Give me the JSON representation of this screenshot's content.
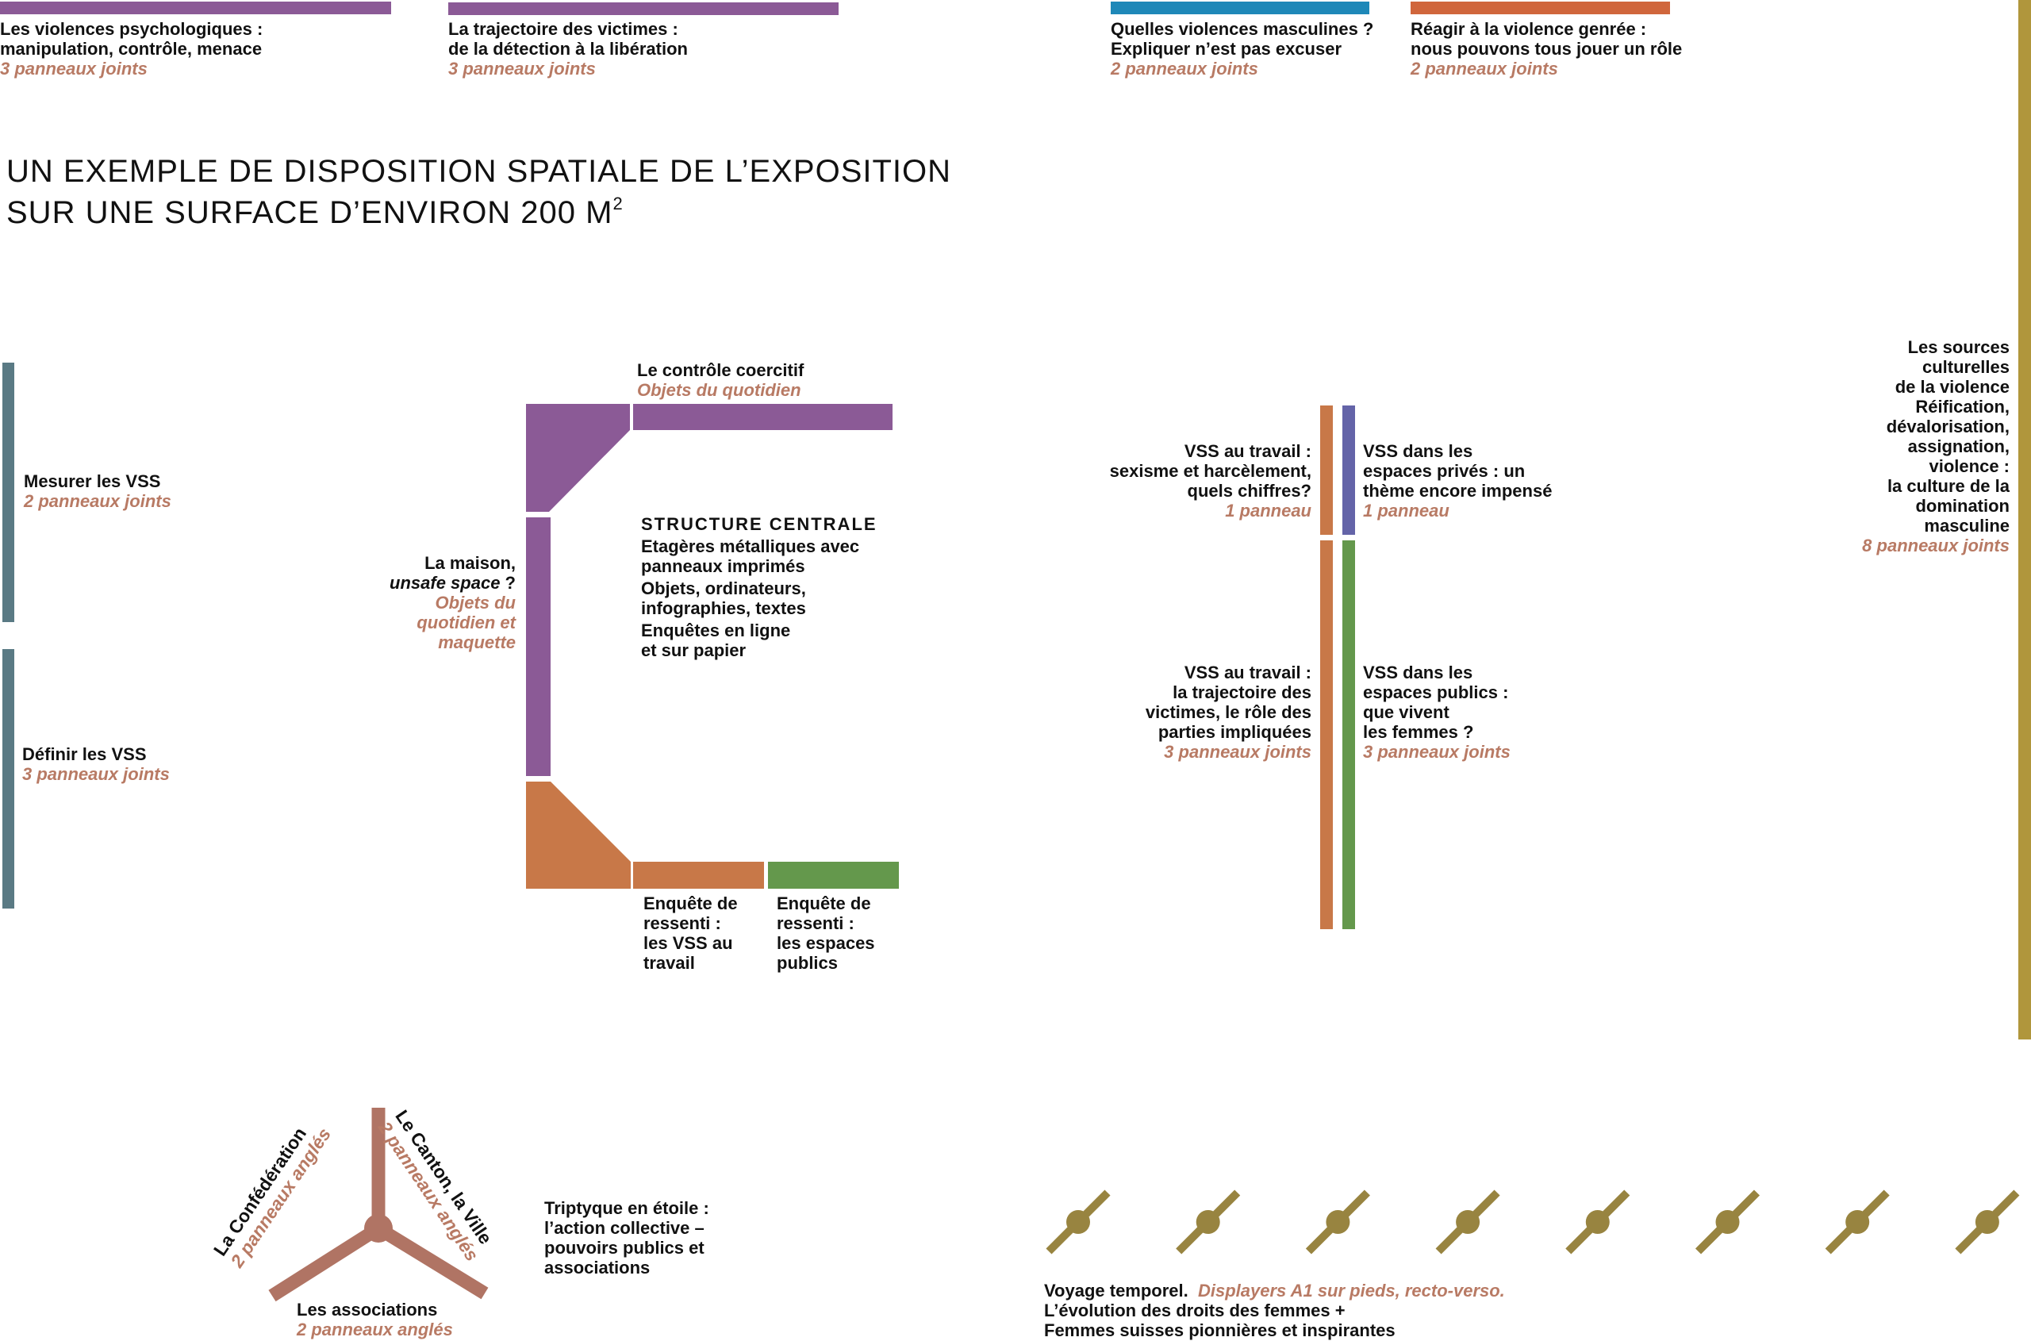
{
  "title": {
    "line1": "UN EXEMPLE DE DISPOSITION SPATIALE DE L’EXPOSITION",
    "line2": "SUR UNE SURFACE D’ENVIRON 200 M",
    "sup": "2"
  },
  "colors": {
    "purple": "#8b5a96",
    "orange": "#c87848",
    "green": "#64984c",
    "violet": "#6464a8",
    "blue": "#1e88b8",
    "red_orange": "#d0663c",
    "slate": "#5a7a84",
    "gold": "#b0963c",
    "olive": "#988440",
    "star": "#b07464",
    "accent_text": "#b87a64"
  },
  "top_panels": [
    {
      "l1": "Les violences psychologiques :",
      "l2": "manipulation, contrôle, menace",
      "sub": "3 panneaux joints"
    },
    {
      "l1": "La trajectoire des victimes :",
      "l2": "de la détection à la libération",
      "sub": "3 panneaux joints"
    },
    {
      "l1": "Quelles violences masculines ?",
      "l2": "Expliquer n’est pas excuser",
      "sub": "2 panneaux joints"
    },
    {
      "l1": "Réagir à la violence genrée :",
      "l2": "nous pouvons tous jouer un rôle",
      "sub": "2 panneaux joints"
    }
  ],
  "left_panels": [
    {
      "l1": "Mesurer les VSS",
      "sub": "2 panneaux joints"
    },
    {
      "l1": "Définir les VSS",
      "sub": "3 panneaux joints"
    }
  ],
  "central": {
    "coercitif": {
      "l1": "Le contrôle coercitif",
      "sub": "Objets du quotidien"
    },
    "heading": "STRUCTURE CENTRALE",
    "items": [
      "Etagères métalliques avec",
      "panneaux imprimés",
      "Objets, ordinateurs,",
      "infographies, textes",
      "Enquêtes en ligne",
      "et sur papier"
    ],
    "maison": {
      "l1": "La maison,",
      "l2": "unsafe space",
      "l2b": " ?",
      "sub1": "Objets du",
      "sub2": "quotidien et",
      "sub3": "maquette"
    },
    "enquete_travail": [
      "Enquête de",
      "ressenti :",
      "les VSS au",
      "travail"
    ],
    "enquete_publics": [
      "Enquête de",
      "ressenti :",
      "les espaces",
      "publics"
    ]
  },
  "vss": {
    "travail_chiffres": {
      "lines": [
        "VSS au travail :",
        "sexisme et harcèlement,",
        "quels chiffres?"
      ],
      "sub": "1 panneau"
    },
    "prives": {
      "lines": [
        "VSS dans les",
        "espaces privés : un",
        "thème encore impensé"
      ],
      "sub": "1 panneau"
    },
    "travail_trajectoire": {
      "lines": [
        "VSS au travail :",
        "la trajectoire des",
        "victimes, le rôle des",
        "parties impliquées"
      ],
      "sub": "3 panneaux joints"
    },
    "publics": {
      "lines": [
        "VSS dans les",
        "espaces publics :",
        "que vivent",
        "les femmes ?"
      ],
      "sub": "3 panneaux joints"
    }
  },
  "sources": {
    "lines": [
      "Les sources",
      "culturelles",
      "de la violence",
      "Réification,",
      "dévalorisation,",
      "assignation,",
      "violence :",
      "la culture de la",
      "domination",
      "masculine"
    ],
    "sub": "8 panneaux joints"
  },
  "triptyque": {
    "confederation": {
      "l1": "La Confédération",
      "sub": "2 panneaux anglés"
    },
    "canton": {
      "l1": "Le Canton, la Ville",
      "sub": "2 panneaux anglés"
    },
    "associations": {
      "l1": "Les associations",
      "sub": "2 panneaux anglés"
    },
    "caption": [
      "Triptyque en étoile :",
      "l’action collective –",
      "pouvoirs publics et",
      "associations"
    ]
  },
  "voyage": {
    "l1a": "Voyage temporel.",
    "l1b": "Displayers A1 sur pieds, recto-verso.",
    "l2": "L’évolution des droits des femmes +",
    "l3": "Femmes suisses pionnières et inspirantes",
    "displayer_count": 8
  }
}
